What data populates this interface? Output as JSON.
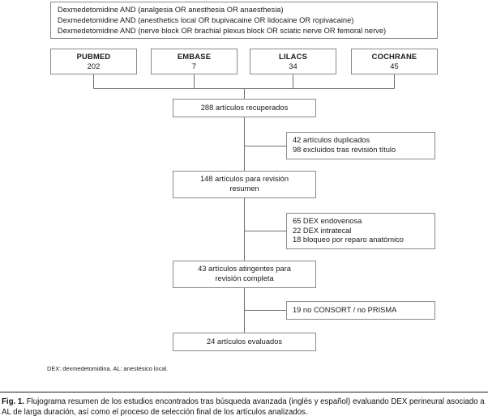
{
  "figure": {
    "query_box": {
      "lines": [
        "Dexmedetomidine AND (analgesia OR anesthesia OR anaesthesia)",
        "Dexmedetomidine AND (anesthetics local OR bupivacaine OR lidocaine OR ropivacaine)",
        "Dexmedetomidine AND (nerve block OR brachial plexus block OR sciatic nerve OR femoral nerve)"
      ]
    },
    "databases": [
      {
        "name": "PUBMED",
        "count": "202"
      },
      {
        "name": "EMBASE",
        "count": "7"
      },
      {
        "name": "LILACS",
        "count": "34"
      },
      {
        "name": "COCHRANE",
        "count": "45"
      }
    ],
    "spine": {
      "retrieved": {
        "lines": [
          "288 artículos recuperados"
        ]
      },
      "abstract_review": {
        "lines": [
          "148 artículos para revisión",
          "resumen"
        ]
      },
      "full_review": {
        "lines": [
          "43 artículos atingentes para",
          "revisión completa"
        ]
      },
      "evaluated": {
        "lines": [
          "24 artículos evaluados"
        ]
      }
    },
    "exclusions": [
      {
        "lines": [
          "42 artículos duplicados",
          "98 excluidos tras revisión título"
        ]
      },
      {
        "lines": [
          "65 DEX endovenosa",
          "22 DEX intratecal",
          "18 bloqueo por reparo anatómico"
        ]
      },
      {
        "lines": [
          "19 no CONSORT / no PRISMA"
        ]
      }
    ],
    "footnote": "DEX: dexmedetomidina. AL: anestésico local.",
    "caption": {
      "label": "Fig. 1.",
      "text": " Flujograma resumen de los estudios encontrados tras búsqueda avanzada (inglés y español) evaluando DEX perineural asociado a AL de larga duración, así como el proceso de selección final de los artículos analizados."
    },
    "colors": {
      "box_border": "#8a8a8a",
      "connector": "#6f6f6f",
      "text": "#1a1a1a",
      "background": "#ffffff"
    }
  }
}
